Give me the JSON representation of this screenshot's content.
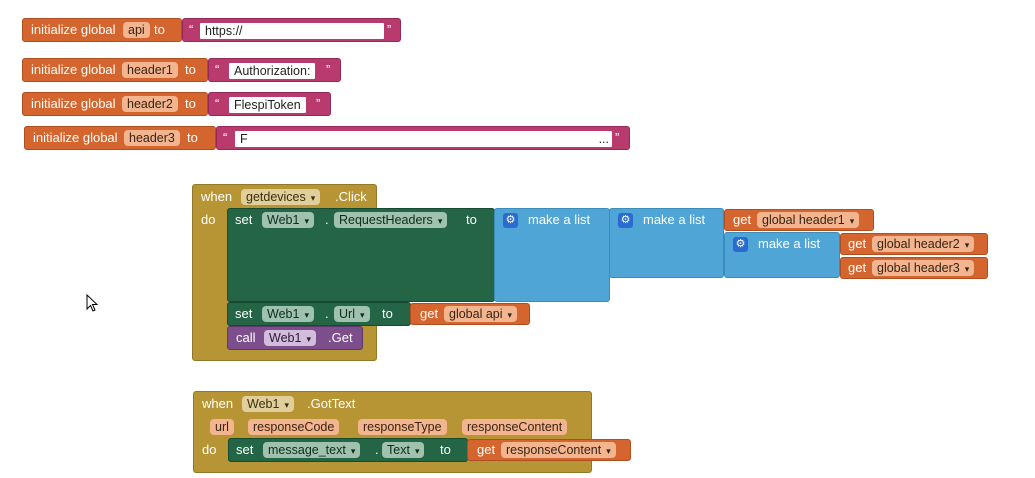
{
  "globals": [
    {
      "prefix": "initialize global",
      "name": "api",
      "to": "to",
      "value": "https://",
      "open_quote": "“",
      "close_quote": "”"
    },
    {
      "prefix": "initialize global",
      "name": "header1",
      "to": "to",
      "value": "Authorization:",
      "open_quote": "“",
      "close_quote": "”"
    },
    {
      "prefix": "initialize global",
      "name": "header2",
      "to": "to",
      "value": "FlespiToken",
      "open_quote": "“",
      "close_quote": "”"
    },
    {
      "prefix": "initialize global",
      "name": "header3",
      "to": "to",
      "value": "F",
      "value_tail": "...",
      "open_quote": "“",
      "close_quote": "”"
    }
  ],
  "click_event": {
    "when": "when",
    "component": "getdevices",
    "event": ".Click",
    "do": "do",
    "set_headers": {
      "set": "set",
      "component": "Web1",
      "dot": ".",
      "property": "RequestHeaders",
      "to": "to"
    },
    "make_list": "make a list",
    "get": "get",
    "header1": "global header1",
    "header2": "global header2",
    "header3": "global header3",
    "set_url": {
      "set": "set",
      "component": "Web1",
      "dot": ".",
      "property": "Url",
      "to": "to",
      "get": "get",
      "var": "global api"
    },
    "call": {
      "call": "call",
      "component": "Web1",
      "method": ".Get"
    }
  },
  "gottext_event": {
    "when": "when",
    "component": "Web1",
    "event": ".GotText",
    "do": "do",
    "params": [
      "url",
      "responseCode",
      "responseType",
      "responseContent"
    ],
    "set_text": {
      "set": "set",
      "component": "message_text",
      "dot": ".",
      "property": "Text",
      "to": "to",
      "get": "get",
      "var": "responseContent"
    }
  },
  "dropdown_arrow": "▾",
  "gear_glyph": "⚙"
}
